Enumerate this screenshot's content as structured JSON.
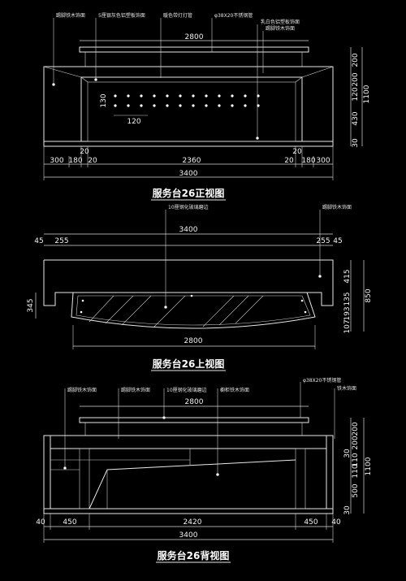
{
  "front": {
    "title": "服务台26正视图",
    "notes": [
      "踢脚铁木饰面",
      "5厘银灰色铝塑板饰面",
      "暖色带灯灯管",
      "φ38X20不锈钢管",
      "乳白色铝塑板饰面",
      "踢脚铁木饰面"
    ],
    "dims_top": "2800",
    "dims_left_small": [
      "130",
      "120"
    ],
    "dims_right": [
      "200",
      "200",
      "120",
      "430",
      "30",
      "1100"
    ],
    "dims_bottom_parts": [
      "300",
      "180",
      "20",
      "20",
      "2360",
      "20",
      "20",
      "180",
      "300"
    ],
    "dims_total": "3400"
  },
  "top": {
    "title": "服务台26上视图",
    "notes": [
      "10厘钢化玻璃磨边",
      "踢脚铁木饰面"
    ],
    "dims_top": "3400",
    "dims_top_parts": [
      "45",
      "255",
      "255",
      "45"
    ],
    "dims_left": "345",
    "dims_right": [
      "415",
      "135",
      "193",
      "107",
      "850"
    ],
    "dims_bottom": "2800"
  },
  "back": {
    "title": "服务台26背视图",
    "notes": [
      "踢脚铁木饰面",
      "踢脚铁木饰面",
      "10厘钢化玻璃磨边",
      "橱柜铁木饰面",
      "φ38X20不锈钢管",
      "铁木饰面"
    ],
    "dims_top": "2800",
    "dims_right": [
      "200",
      "200",
      "30",
      "110",
      "110",
      "500",
      "30",
      "1100"
    ],
    "dims_bottom_parts": [
      "40",
      "450",
      "2420",
      "450",
      "40"
    ],
    "dims_total": "3400"
  }
}
